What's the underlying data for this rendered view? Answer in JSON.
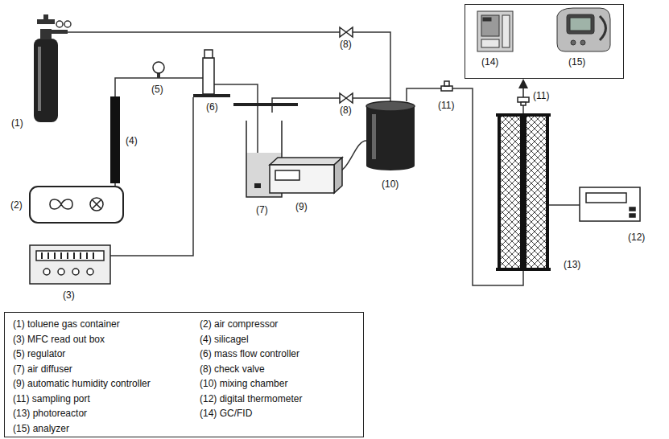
{
  "diagram": {
    "nodes": [
      {
        "text": [
          "(14)",
          "(15)"
        ]
      },
      {
        "text": [
          "(1) toluene gas container",
          "(2) air compressor",
          "(3) MFC read out box",
          "(4) silicagel",
          "(5) regulator",
          "(6) mass flow controller",
          "(7) air diffuser",
          "(8) check valve",
          "(9) automatic humidity controller",
          "(10) mixing chamber",
          "(11) sampling port",
          "(12) digital thermometer",
          "(13) photoreactor",
          "(14) GC/FID",
          "(15) analyzer"
        ]
      }
    ],
    "labels": [
      "(1)",
      "(2)",
      "(3)",
      "(4)",
      "(5)",
      "(6)",
      "(7)",
      "(8)",
      "(8)",
      "(9)",
      "(10)",
      "(11)",
      "(11)",
      "(12)",
      "(13)"
    ]
  }
}
